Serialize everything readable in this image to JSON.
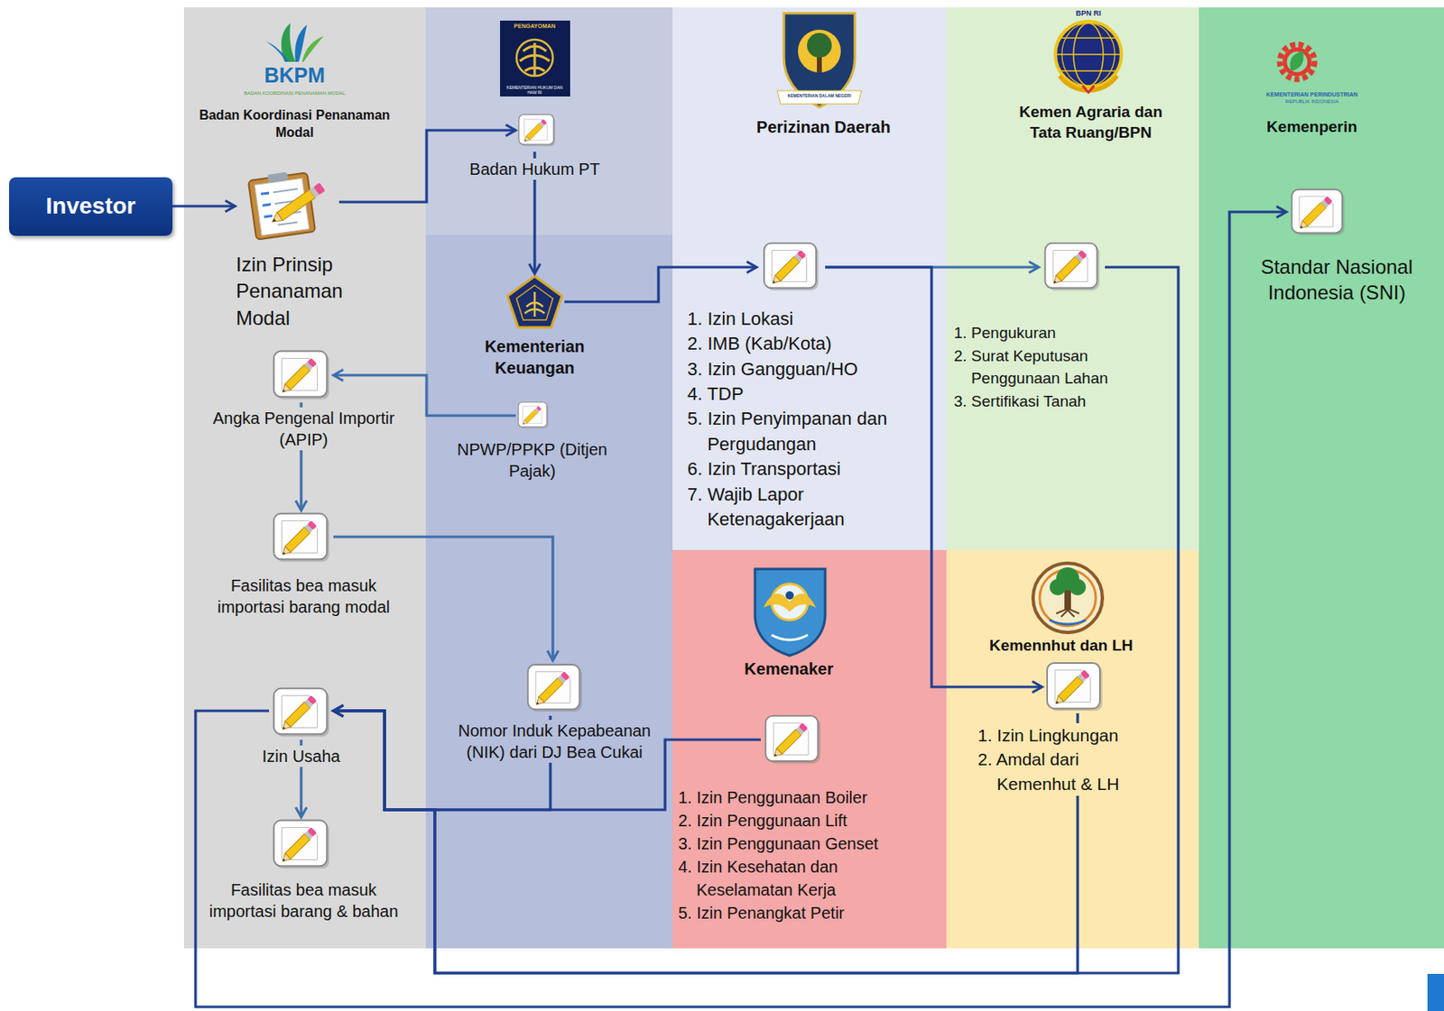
{
  "diagram": {
    "nodes": [
      {
        "text": [
          "Investor"
        ]
      },
      {
        "text": [
          "Badan Koordinasi Penanaman Modal"
        ]
      },
      {
        "text": [
          "Izin Prinsip Penanaman Modal"
        ],
        "in": 1
      },
      {
        "text": [
          "Angka Pengenal Importir (APIP)"
        ],
        "in": 1
      },
      {
        "text": [
          "Fasilitas bea masuk importasi barang modal"
        ],
        "in": 1
      },
      {
        "text": [
          "Izin Usaha"
        ],
        "in": 1
      },
      {
        "text": [
          "Fasilitas bea masuk importasi barang & bahan"
        ],
        "in": 1
      },
      {
        "text": [
          "Badan Hukum PT"
        ]
      },
      {
        "text": [
          "Kementerian Keuangan"
        ]
      },
      {
        "text": [
          "NPWP/PPKP (Ditjen Pajak)"
        ]
      },
      {
        "text": [
          "Nomor Induk Kepabeanan (NIK) dari DJ Bea Cukai"
        ]
      },
      {
        "text": [
          "Perizinan Daerah"
        ]
      },
      {
        "text": [
          "1. Izin Lokasi",
          "2. IMB (Kab/Kota)",
          "3. Izin Gangguan/HO",
          "4. TDP",
          "5. Izin Penyimpanan dan Pergudangan",
          "6. Izin Transportasi",
          "7. Wajib Lapor Ketenagakerjaan"
        ],
        "in": 11
      },
      {
        "text": [
          "Kemen Agraria dan Tata Ruang/BPN"
        ]
      },
      {
        "text": [
          "1. Pengukuran",
          "2. Surat Keputusan Penggunaan Lahan",
          "3. Sertifikasi Tanah"
        ],
        "in": 13
      },
      {
        "text": [
          "Kemenperin"
        ]
      },
      {
        "text": [
          "Standar Nasional Indonesia (SNI)"
        ],
        "in": 15
      },
      {
        "text": [
          "Kemenaker"
        ]
      },
      {
        "text": [
          "1. Izin Penggunaan Boiler",
          "2. Izin Penggunaan Lift",
          "3. Izin Penggunaan Genset",
          "4. Izin Kesehatan dan Keselamatan Kerja",
          "5. Izin Penangkat Petir"
        ],
        "in": 17
      },
      {
        "text": [
          "Kemennhut dan LH"
        ]
      },
      {
        "text": [
          "1. Izin Lingkungan",
          "2. Amdal dari Kemenhut & LH"
        ],
        "in": 19
      }
    ],
    "edges": [
      {
        "from": 0,
        "to": 2,
        "arrow": "to"
      },
      {
        "from": 2,
        "to": 7,
        "arrow": "to"
      },
      {
        "from": 7,
        "to": 8,
        "arrow": "to"
      },
      {
        "from": 8,
        "to": 12,
        "arrow": "to"
      },
      {
        "from": 12,
        "to": 14,
        "arrow": "to"
      },
      {
        "from": 12,
        "to": 20,
        "arrow": "to"
      },
      {
        "from": 9,
        "to": 3,
        "arrow": "to"
      },
      {
        "from": 3,
        "to": 4,
        "arrow": "to"
      },
      {
        "from": 4,
        "to": 10,
        "arrow": "to"
      },
      {
        "from": 10,
        "to": 5,
        "arrow": "to"
      },
      {
        "from": 18,
        "to": 5,
        "arrow": "to"
      },
      {
        "from": 14,
        "to": 5,
        "arrow": "to"
      },
      {
        "from": 20,
        "to": 5,
        "arrow": "to"
      },
      {
        "from": 5,
        "to": 6,
        "arrow": "to"
      },
      {
        "from": 5,
        "to": 16,
        "arrow": "to"
      }
    ],
    "labels": [
      "BKPM",
      "BADAN KOORDINASI PENANAMAN MODAL",
      "PENGAYOMAN",
      "KEMENTERIAN HUKUM DAN HAM RI",
      "KEMENTERIAN DALAM NEGERI",
      "BPN RI",
      "KEMENTERIAN PERINDUSTRIAN",
      "REPUBLIK INDONESIA"
    ]
  }
}
